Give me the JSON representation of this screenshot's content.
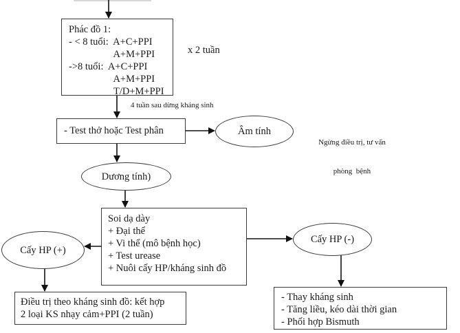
{
  "phac_do": {
    "title": "Phác đồ 1:",
    "lines": [
      "- < 8 tuổi:  A+C+PPI",
      "                  A+M+PPI",
      "->8 tuổi:  A+C+PPI",
      "                  A+M+PPI",
      "                  T/D+M+PPI"
    ],
    "duration": "x 2 tuần"
  },
  "edge_label_after_treatment": "4 tuần sau dừng kháng sinh",
  "test_box": {
    "label": "- Test thở hoặc Test phân"
  },
  "negative_node": {
    "label": "Âm tính"
  },
  "negative_note": {
    "lines": [
      "Ngừng điều trị, tư vấn",
      "phòng  bệnh"
    ]
  },
  "positive_node": {
    "label": "Dương tính)"
  },
  "endoscopy_box": {
    "lines": [
      "Soi dạ dày",
      "+ Đại thể",
      "+ Vi thể (mô bệnh học)",
      "+ Test urease",
      "+ Nuôi cấy HP/kháng sinh đồ"
    ]
  },
  "culture_positive": {
    "label": "Cấy HP (+)"
  },
  "culture_negative": {
    "label": "Cấy HP (-)"
  },
  "positive_treatment_box": {
    "lines": [
      "Điều trị theo kháng sinh đồ: kết hợp",
      "2 loại KS nhạy cảm+PPI (2 tuần)"
    ]
  },
  "negative_treatment_box": {
    "lines": [
      "- Thay kháng sinh",
      "- Tăng liều, kéo dài thời gian",
      "- Phối hợp Bismuth"
    ]
  }
}
